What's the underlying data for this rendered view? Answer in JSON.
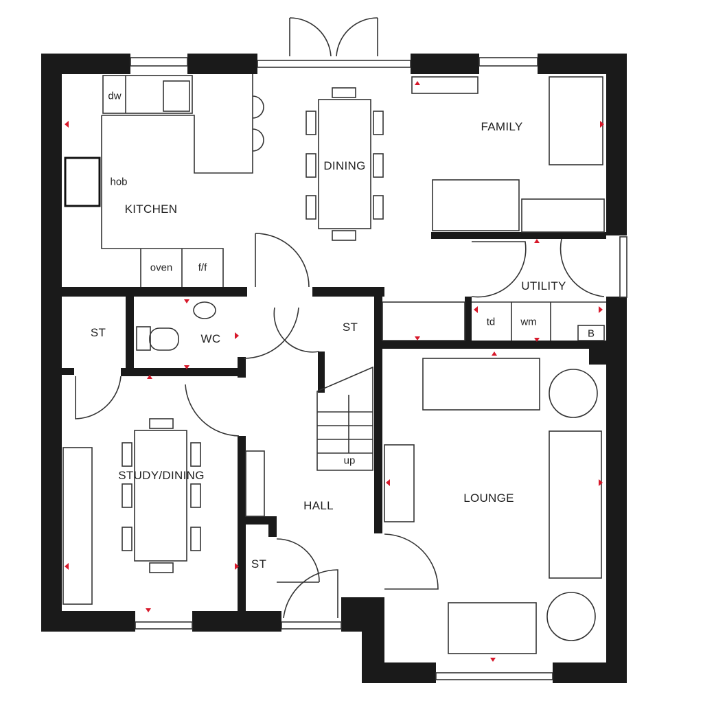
{
  "plan": {
    "type": "ground floor plan",
    "colors": {
      "wall": "#1a1a1a",
      "line": "#333333",
      "marker": "#d7182a",
      "background": "#ffffff"
    }
  },
  "rooms": {
    "kitchen": "KITCHEN",
    "dining": "DINING",
    "family": "FAMILY",
    "utility": "UTILITY",
    "wc": "WC",
    "st_left": "ST",
    "st_stair": "ST",
    "st_hall": "ST",
    "study": "STUDY/DINING",
    "hall": "HALL",
    "lounge": "LOUNGE"
  },
  "fixtures": {
    "dw": "dw",
    "hob": "hob",
    "oven": "oven",
    "ff": "f/f",
    "td": "td",
    "wm": "wm",
    "boiler": "B",
    "stairs": "up"
  }
}
